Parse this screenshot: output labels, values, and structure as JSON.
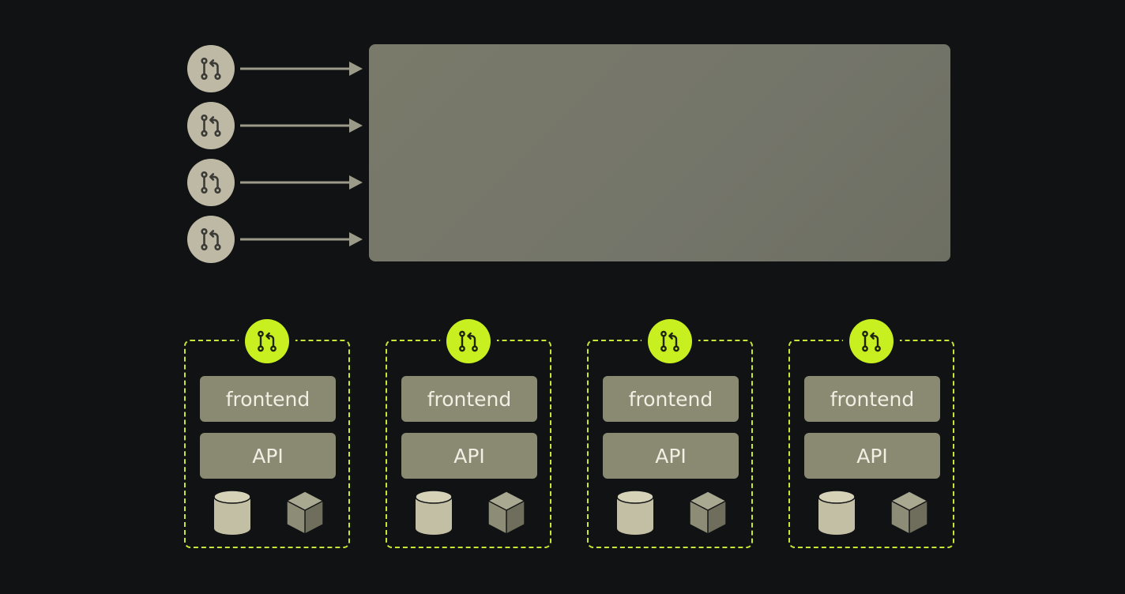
{
  "colors": {
    "background": "#111214",
    "queue_circle": "#bdb9a4",
    "block": "#76776a",
    "accent": "#c8ef1f",
    "dashed_border": "#c8e635",
    "layer_fill": "#8a8a73",
    "layer_text": "#f1efe4"
  },
  "queue": [
    {
      "icon": "pull-request-icon"
    },
    {
      "icon": "pull-request-icon"
    },
    {
      "icon": "pull-request-icon"
    },
    {
      "icon": "pull-request-icon"
    }
  ],
  "environments": [
    {
      "icon": "pull-request-icon",
      "layers": {
        "frontend": "frontend",
        "api": "API"
      },
      "icons": [
        "database-icon",
        "cube-icon"
      ]
    },
    {
      "icon": "pull-request-icon",
      "layers": {
        "frontend": "frontend",
        "api": "API"
      },
      "icons": [
        "database-icon",
        "cube-icon"
      ]
    },
    {
      "icon": "pull-request-icon",
      "layers": {
        "frontend": "frontend",
        "api": "API"
      },
      "icons": [
        "database-icon",
        "cube-icon"
      ]
    },
    {
      "icon": "pull-request-icon",
      "layers": {
        "frontend": "frontend",
        "api": "API"
      },
      "icons": [
        "database-icon",
        "cube-icon"
      ]
    }
  ]
}
